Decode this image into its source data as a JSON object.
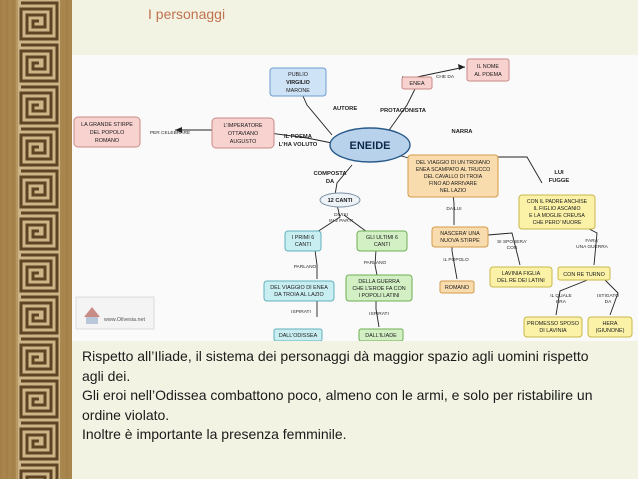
{
  "slide": {
    "title": "I personaggi",
    "body_lines": [
      "Rispetto all’Iliade, il sistema dei personaggi dà maggior spazio agli uomini rispetto",
      "agli dei.",
      "Gli eroi nell’Odissea combattono poco, almeno con le armi, e solo per ristabilire un",
      "ordine violato.",
      "Inoltre è importante la presenza femminile."
    ]
  },
  "concept_map": {
    "center": "ENEIDE",
    "watermark": "www.Oilvesia.net",
    "nodes": {
      "publio": [
        "PUBLIO",
        "VIRGILIO",
        "MARONE"
      ],
      "enea": "ENEA",
      "nome": [
        "IL NOME",
        "AL POEMA"
      ],
      "imperatore": [
        "L’IMPERATORE",
        "OTTAVIANO",
        "AUGUSTO"
      ],
      "stirpe": [
        "LA GRANDE STIRPE",
        "DEL POPOLO",
        "ROMANO"
      ],
      "viaggio_troiano": [
        "DEL VIAGGIO DI UN TROIANO",
        "ENEA SCAMPATO AL TRUCCO",
        "DEL CAVALLO DI TROIA",
        "FINO AD ARRIVARE",
        "NEL LAZIO"
      ],
      "padre": [
        "CON IL PADRE ANCHISE",
        "IL FIGLIO ASCANIO",
        "E LA MOGLIE CREUSA",
        "CHE PERO’ MUORE"
      ],
      "canti": "12 CANTI",
      "primi": [
        "I PRIMI 6",
        "CANTI"
      ],
      "ultimi": [
        "GLI ULTIMI 6",
        "CANTI"
      ],
      "nuova_stirpe": [
        "NASCERA’ UNA",
        "NUOVA STIRPE"
      ],
      "romano": "ROMANO",
      "lavinia": [
        "LAVINIA FIGLIA",
        "DEL RE DEI LATINI"
      ],
      "re_turno": "CON RE TURNO",
      "viaggio_enea": [
        "DEL VIAGGIO DI ENEA",
        "DA TROIA AL LAZIO"
      ],
      "guerra": [
        "DELLA GUERRA",
        "CHE L’EROE FA CON",
        "I POPOLI LATINI"
      ],
      "odissea": "DALL’ODISSEA",
      "iliade": "DALL’ILIADE",
      "sposo": [
        "PROMESSO SPOSO",
        "DI LAVINIA"
      ],
      "hera": [
        "HERA",
        "(GIUNONE)"
      ]
    },
    "links": {
      "autore": "AUTORE",
      "protagonista": "PROTAGONISTA",
      "che_da": "CHE DA",
      "per_celebrare": "PER CELEBRARE",
      "il_poema": [
        "IL POEMA",
        "L’HA VOLUTO"
      ],
      "narra": "NARRA",
      "lui_fugge": [
        "LUI",
        "FUGGE"
      ],
      "composta": [
        "COMPOSTA",
        "DA"
      ],
      "divisi": [
        "DIVISI",
        "IN 2 PARTI"
      ],
      "da_lui": "DA LUI",
      "il_popolo": "IL POPOLO",
      "si_sposera": [
        "SI SPOSERA’",
        "CON"
      ],
      "fara": [
        "FARA’",
        "UNA GUERRA"
      ],
      "parlano_1": "PARLANO",
      "parlano_2": "PARLANO",
      "ispirati_1": "ISPIRATI",
      "ispirati_2": "ISPIRATI",
      "il_quale": [
        "IL QUALE",
        "ERA"
      ],
      "istigato": [
        "ISTIGATO",
        "DA"
      ]
    },
    "colors": {
      "blue_node": "#cfe3f7",
      "blue_border": "#6c9ccf",
      "pink_node": "#f7d2cf",
      "pink_border": "#c98b86",
      "orange_node": "#f9dcae",
      "orange_border": "#d29a4a",
      "yellow_node": "#fbf2a8",
      "yellow_border": "#c9b64a",
      "cyan_node": "#c9eef2",
      "cyan_border": "#5fb0bd",
      "green_node": "#d2f0c4",
      "green_border": "#6fae55",
      "center_fill": "#b8d2ec",
      "center_border": "#2a5a8a",
      "link_text": "#1f1f1f",
      "title_color": "#c0714e"
    }
  }
}
